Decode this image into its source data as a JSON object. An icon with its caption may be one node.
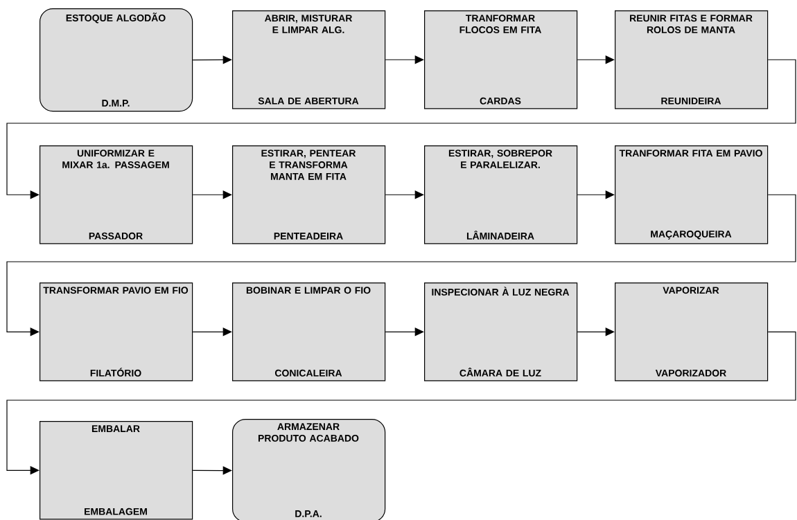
{
  "diagram": {
    "nodes": [
      {
        "text": [
          "ESTOQUE ALGODÃO",
          "D.M.P."
        ]
      },
      {
        "text": [
          "ABRIR, MISTURAR E LIMPAR ALG.",
          "SALA DE ABERTURA"
        ]
      },
      {
        "text": [
          "TRANFORMAR FLOCOS EM FITA",
          "CARDAS"
        ]
      },
      {
        "text": [
          "REUNIR FITAS E FORMAR ROLOS DE MANTA",
          "REUNIDEIRA"
        ]
      },
      {
        "text": [
          "UNIFORMIZAR E MIXAR 1a. PASSAGEM",
          "PASSADOR"
        ]
      },
      {
        "text": [
          "ESTIRAR, PENTEAR E TRANSFORMA MANTA EM FITA",
          "PENTEADEIRA"
        ]
      },
      {
        "text": [
          "ESTIRAR, SOBREPOR E PARALELIZAR.",
          "LÂMINADEIRA"
        ]
      },
      {
        "text": [
          "TRANFORMAR FITA EM PAVIO",
          "MAÇAROQUEIRA"
        ]
      },
      {
        "text": [
          "TRANSFORMAR PAVIO EM FIO",
          "FILATÓRIO"
        ]
      },
      {
        "text": [
          "BOBINAR E LIMPAR O FIO",
          "CONICALEIRA"
        ]
      },
      {
        "text": [
          "INSPECIONAR À LUZ NEGRA",
          "CÂMARA DE LUZ"
        ]
      },
      {
        "text": [
          "VAPORIZAR",
          "VAPORIZADOR"
        ]
      },
      {
        "text": [
          "EMBALAR",
          "EMBALAGEM"
        ]
      },
      {
        "text": [
          "ARMAZENAR PRODUTO ACABADO",
          "D.P.A."
        ]
      }
    ],
    "edges": [
      {
        "from": 0,
        "to": 1,
        "arrow": "to"
      },
      {
        "from": 1,
        "to": 2,
        "arrow": "to"
      },
      {
        "from": 2,
        "to": 3,
        "arrow": "to"
      },
      {
        "from": 3,
        "to": 4,
        "arrow": "to"
      },
      {
        "from": 4,
        "to": 5,
        "arrow": "to"
      },
      {
        "from": 5,
        "to": 6,
        "arrow": "to"
      },
      {
        "from": 6,
        "to": 7,
        "arrow": "to"
      },
      {
        "from": 7,
        "to": 8,
        "arrow": "to"
      },
      {
        "from": 8,
        "to": 9,
        "arrow": "to"
      },
      {
        "from": 9,
        "to": 10,
        "arrow": "to"
      },
      {
        "from": 10,
        "to": 11,
        "arrow": "to"
      },
      {
        "from": 11,
        "to": 12,
        "arrow": "to"
      },
      {
        "from": 12,
        "to": 13,
        "arrow": "to"
      }
    ]
  }
}
